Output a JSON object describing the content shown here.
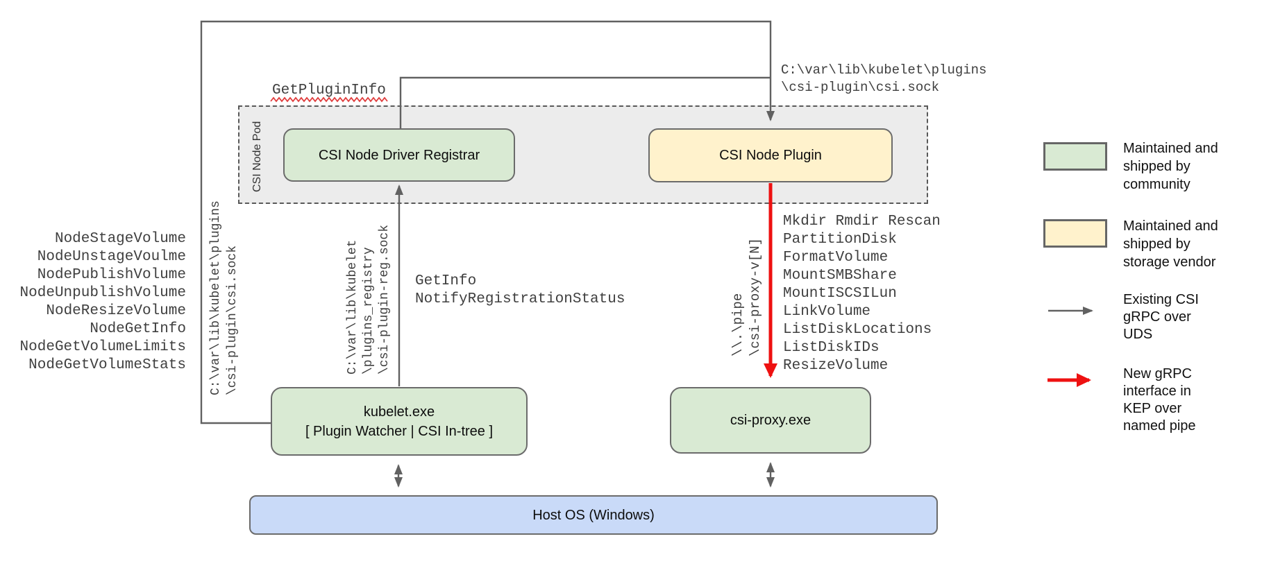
{
  "pod": {
    "label": "CSI Node Pod",
    "registrar_label": "CSI Node Driver Registrar",
    "plugin_label": "CSI Node Plugin"
  },
  "boxes": {
    "kubelet_label": "kubelet.exe\n[ Plugin Watcher | CSI In-tree ]",
    "csi_proxy_label": "csi-proxy.exe",
    "host_label": "Host OS (Windows)"
  },
  "edge_labels": {
    "get_plugin_info": "GetPluginInfo",
    "csi_sock_path": "C:\\var\\lib\\kubelet\\plugins\n\\csi-plugin\\csi.sock",
    "csi_sock_path_vertical": "C:\\var\\lib\\kubelet\\plugins\n\\csi-plugin\\csi.sock",
    "registration_sock_path": "C:\\var\\lib\\kubelet\n\\plugins_registry\n\\csi-plugin-reg.sock",
    "registration_calls": "GetInfo\nNotifyRegistrationStatus",
    "named_pipe_path": "\\\\.\\pipe\n\\csi-proxy-v[N]"
  },
  "kubelet_csi_ops": [
    "NodeStageVolume",
    "NodeUnstageVoulme",
    "NodePublishVolume",
    "NodeUnpublishVolume",
    "NodeResizeVolume",
    "NodeGetInfo",
    "NodeGetVolumeLimits",
    "NodeGetVolumeStats"
  ],
  "csi_proxy_ops": [
    "Mkdir Rmdir Rescan",
    "PartitionDisk",
    "FormatVolume",
    "MountSMBShare",
    "MountISCSILun",
    "LinkVolume",
    "ListDiskLocations",
    "ListDiskIDs",
    "ResizeVolume"
  ],
  "legend": {
    "community": "Maintained and\nshipped by\ncommunity",
    "vendor": "Maintained and\nshipped by\nstorage vendor",
    "uds_arrow": "Existing CSI\ngRPC over\nUDS",
    "pipe_arrow": "New gRPC\ninterface in\nKEP over\nnamed pipe"
  },
  "colors": {
    "community_fill": "#d9ead3",
    "vendor_fill": "#fff2cc",
    "host_fill": "#c9daf8",
    "pod_fill": "#ececec",
    "stroke_gray": "#616161",
    "arrow_red": "#ee1111",
    "squiggle_red": "#e03c3c"
  }
}
